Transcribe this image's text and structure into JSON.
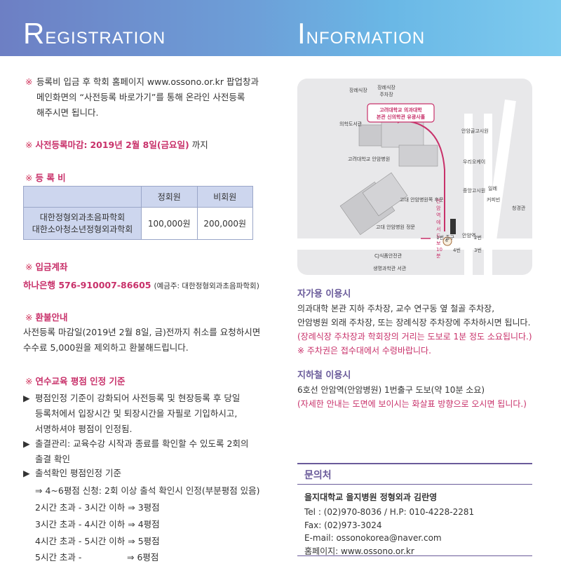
{
  "header": {
    "registration_first": "R",
    "registration_rest": "EGISTRATION",
    "information_first": "I",
    "information_rest": "NFORMATION"
  },
  "registration": {
    "mark": "※",
    "intro_lines": [
      "등록비 입금 후 학회 홈페이지 www.ossono.or.kr 팝업창과",
      "메인화면의 “사전등록 바로가기”를 통해 온라인 사전등록",
      "해주시면 됩니다."
    ],
    "deadline_label": "사전등록마감:",
    "deadline_date": "2019년 2월 8일(금요일)",
    "deadline_suffix": "까지",
    "fee_title": "등 록 비",
    "fee_table": {
      "headers": [
        "정회원",
        "비회원"
      ],
      "category_lines": [
        "대한정형외과초음파학회",
        "대한소아청소년정형외과학회"
      ],
      "values": [
        "100,000원",
        "200,000원"
      ]
    },
    "account_title": "입금계좌",
    "account_number": "하나은행 576-910007-86605",
    "account_holder": "(예금주: 대한정형외과초음파학회)",
    "refund_title": "환불안내",
    "refund_lines": [
      "사전등록 마감일(2019년 2월 8일, 금)전까지 취소를 요청하시면",
      "수수료 5,000원을 제외하고 환불해드립니다."
    ],
    "cme_title": "연수교육 평점 인정 기준",
    "bullet": "▶",
    "cme_item1_lines": [
      "평점인정 기준이 강화되어 사전등록 및 현장등록 후 당일",
      "등록처에서 입장시간 및 퇴장시간을 자필로 기입하시고,",
      "서명하셔야 평점이 인정됨."
    ],
    "cme_item2_lines": [
      "출결관리: 교육수강 시작과 종료를 확인할 수 있도록 2회의",
      "출결 확인"
    ],
    "cme_item3": "출석확인 평점인정 기준",
    "cme_rules": [
      "⇒ 4~6평점 신청: 2회 이상 출석 확인시 인정(부분평점 있음)",
      "2시간 초과 - 3시간 이하 ⇒ 3평점",
      "3시간 초과 - 4시간 이하 ⇒ 4평점",
      "4시간 초과 - 5시간 이하 ⇒ 5평점",
      "5시간 초과 -"
    ],
    "last_rule_result": "⇒ 6평점"
  },
  "map": {
    "labels": {
      "jangrye": "장례식장",
      "jangrye_parking": "장례식장 주차장",
      "callout_line1": "고려대학교 의과대학",
      "callout_line2": "본관 신의학관 유광사홀",
      "medical_hall": "의학도서관",
      "anam_hospital": "고려대학교 안암병원",
      "anam_market": "안암골고시원",
      "woori": "우리오케이",
      "junang": "중앙고시원",
      "coffee": "커피빈",
      "gdbank": "청경관",
      "hospital_way": "고대 안암병원쪽 후문",
      "main_gate": "고대 안암병원 정문",
      "exit1": "1번 출구",
      "anam_station": "안암역",
      "line6": "6",
      "exit4": "4번",
      "exit2": "2번",
      "exit3": "3번",
      "ca_center": "CJ식품안전관",
      "science": "생명과학관 서관",
      "ilrye": "일례",
      "walk_badge": "안암역에서 도보 10분"
    }
  },
  "info": {
    "car_title": "자가용 이용시",
    "car_lines": [
      "의과대학 본관 지하 주차장, 교수 연구동 옆 철골 주차장,",
      "안암병원 외래 주차장, 또는 장례식장 주차장에 주차하시면 됩니다."
    ],
    "car_red_lines": [
      "(장례식장 주차장과 학회장의 거리는 도보로 1분 정도 소요됩니다.)",
      "※ 주차권은 접수대에서 수령바랍니다."
    ],
    "subway_title": "지하철 이용시",
    "subway_line": "6호선 안암역(안암병원) 1번출구 도보(약 10분 소요)",
    "subway_red": "(자세한 안내는 도면에 보이시는 화살표 방향으로 오시면 됩니다.)"
  },
  "contact": {
    "title": "문의처",
    "name": "을지대학교 을지병원 정형외과 김란영",
    "tel": "Tel : (02)970-8036  /  H.P: 010-4228-2281",
    "fax": "Fax: (02)973-3024",
    "email": "E-mail: ossonokorea@naver.com",
    "homepage": "홈페이지: www.ossono.or.kr"
  },
  "colors": {
    "accent": "#c8316a",
    "purple": "#6a5b9a",
    "header_start": "#6d7fc4",
    "header_end": "#7ecbef"
  }
}
